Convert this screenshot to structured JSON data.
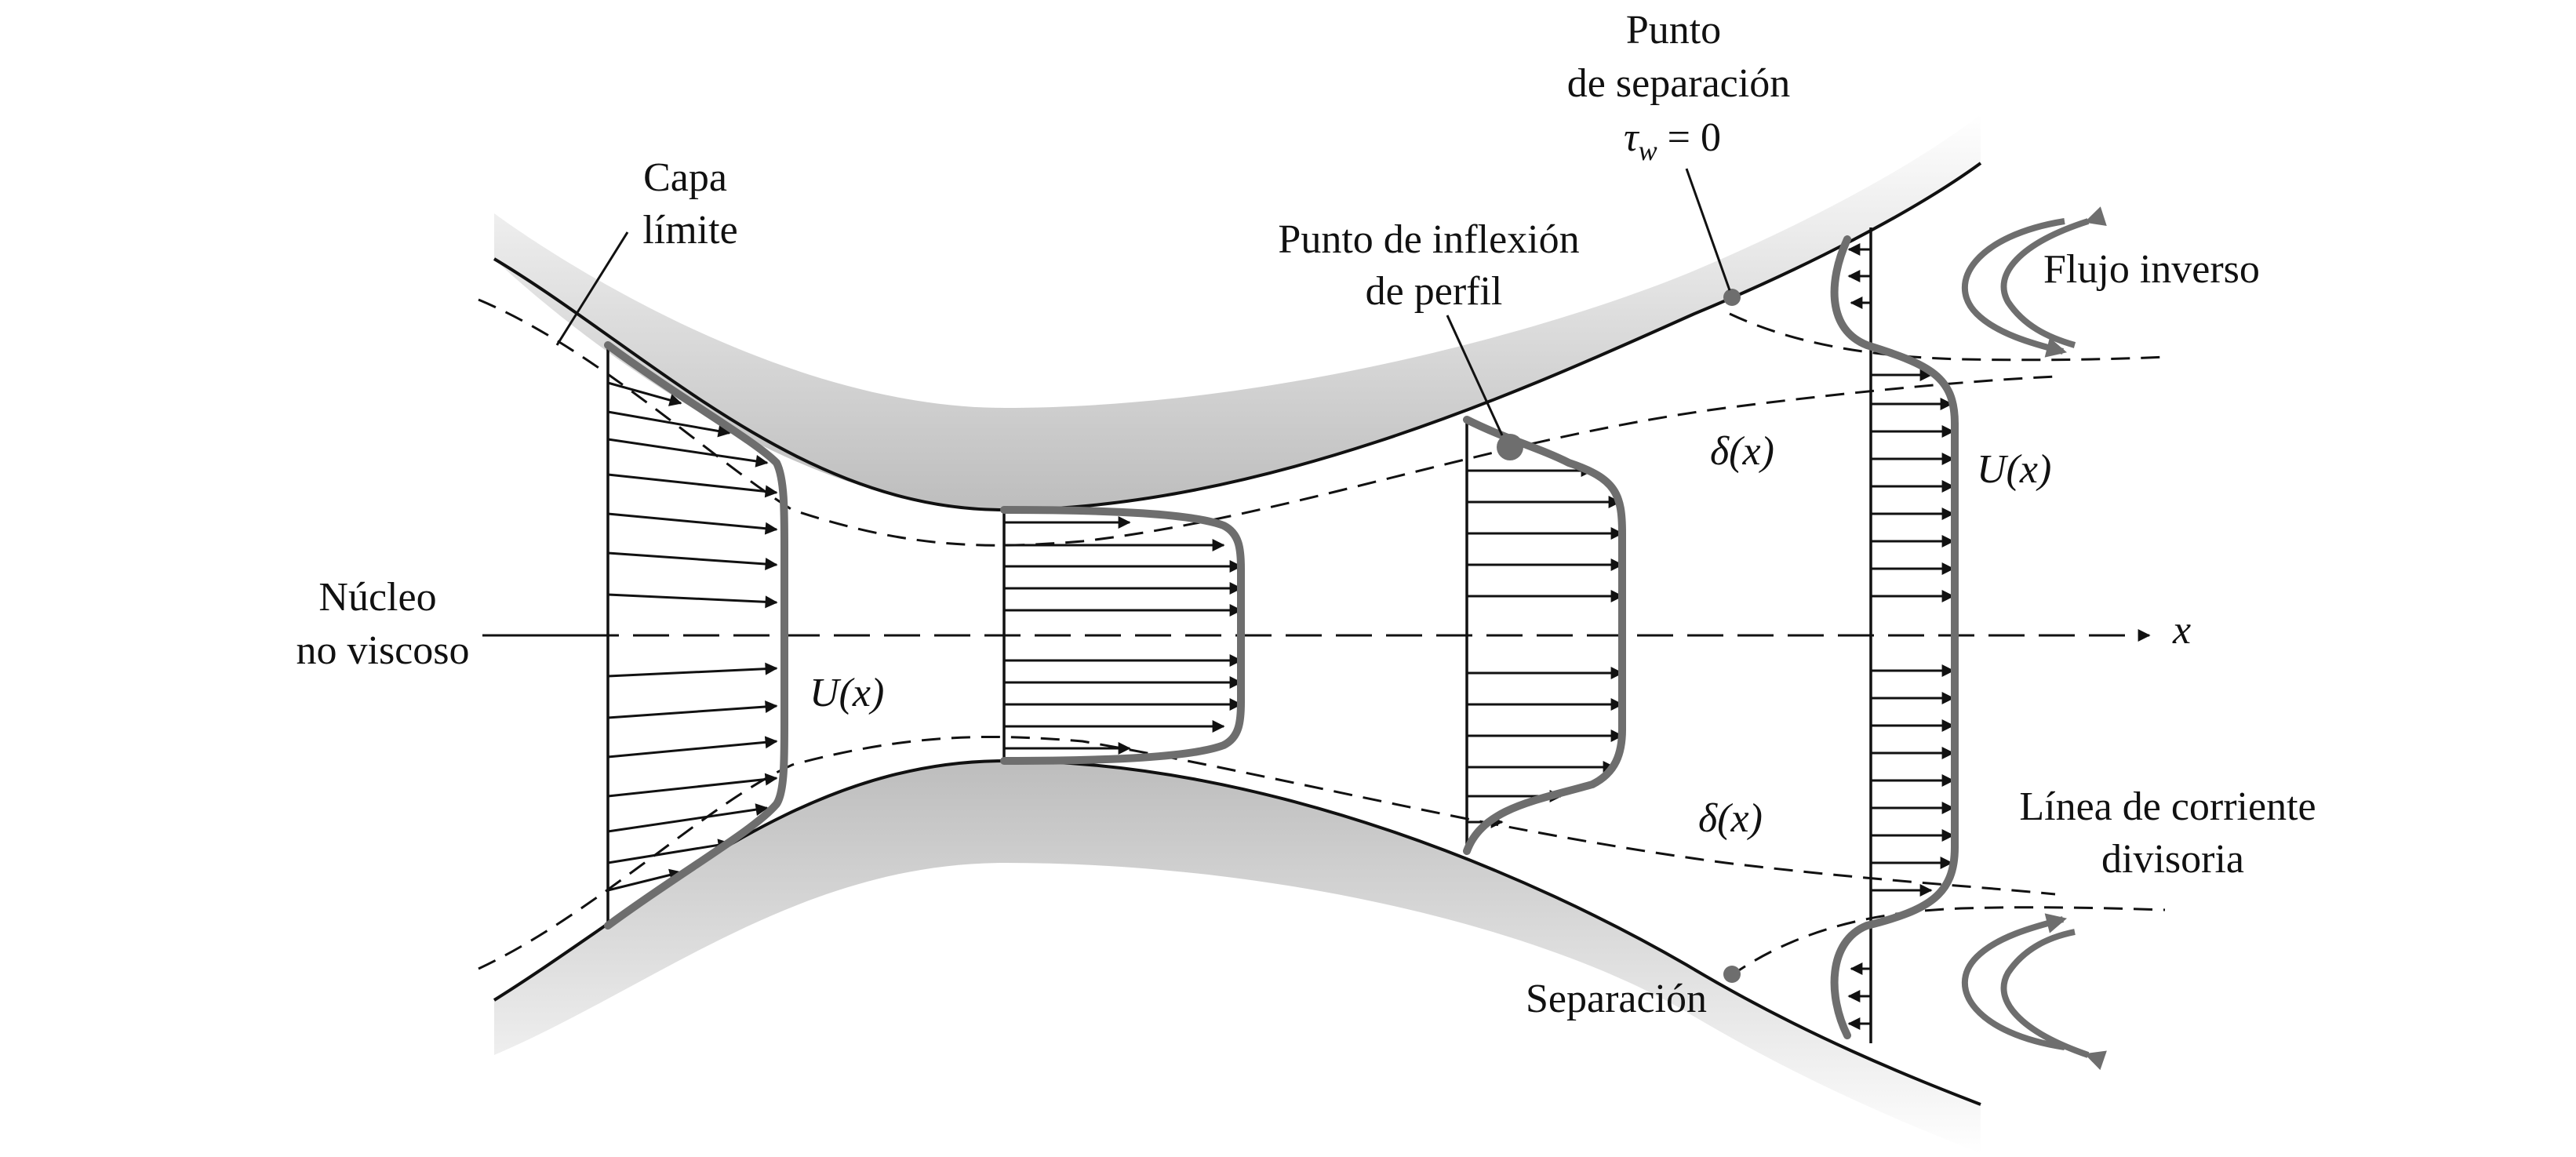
{
  "labels": {
    "capa_limite": [
      "Capa",
      "límite"
    ],
    "nucleo": [
      "Núcleo",
      "no viscoso"
    ],
    "u_left": "U(x)",
    "u_right": "U(x)",
    "inflexion": [
      "Punto de inflexión",
      "de perfil"
    ],
    "sep_point": [
      "Punto",
      "de separación"
    ],
    "tau_symbol": "τ",
    "tau_sub": "w",
    "tau_rest": " = 0",
    "delta_top": "δ(x)",
    "delta_bottom": "δ(x)",
    "flujo_inverso": "Flujo inverso",
    "linea_corriente": [
      "Línea de corriente",
      "divisoria"
    ],
    "separacion": "Separación",
    "x_axis": "x"
  },
  "colors": {
    "profile": "#6e6e6e",
    "lines": "#111111",
    "wall_shade": "#cfcfcf"
  }
}
